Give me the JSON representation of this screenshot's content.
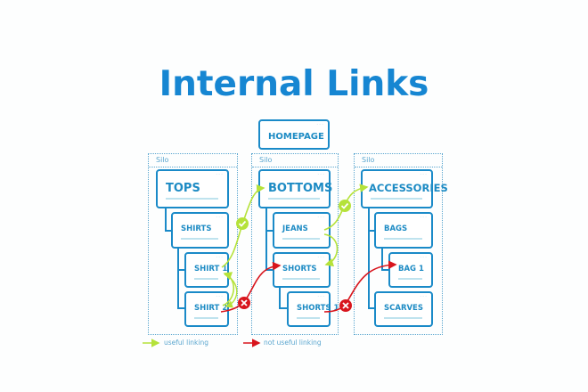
{
  "title": "Internal Links",
  "homepage": {
    "label": "HOMEPAGE"
  },
  "silo_label": "Silo",
  "silos": [
    {
      "name": "tops",
      "nodes": [
        "TOPS",
        "SHIRTS",
        "SHIRT 1",
        "SHIRT 2"
      ]
    },
    {
      "name": "bottoms",
      "nodes": [
        "BOTTOMS",
        "JEANS",
        "SHORTS",
        "SHORTS 1"
      ]
    },
    {
      "name": "accessories",
      "nodes": [
        "ACCESSORIES",
        "BAGS",
        "BAG 1",
        "SCARVES"
      ]
    }
  ],
  "legend": {
    "useful": "useful linking",
    "not_useful": "not useful linking"
  },
  "colors": {
    "title": "#1686d2",
    "node_border": "#1a8ac8",
    "useful_link": "#b5e23a",
    "not_useful_link": "#d8151d"
  },
  "links": [
    {
      "from": "SHIRT 1",
      "to": "BOTTOMS",
      "type": "useful",
      "marker": "check"
    },
    {
      "from": "SHIRT 2",
      "to": "SHIRT 1",
      "type": "useful"
    },
    {
      "from": "SHIRT 1",
      "to": "SHIRT 2",
      "type": "useful"
    },
    {
      "from": "SHIRT 2",
      "to": "SHORTS",
      "type": "not_useful",
      "marker": "cross"
    },
    {
      "from": "JEANS",
      "to": "ACCESSORIES",
      "type": "useful",
      "marker": "check"
    },
    {
      "from": "JEANS",
      "to": "SHORTS",
      "type": "useful"
    },
    {
      "from": "SHORTS 1",
      "to": "BAG 1",
      "type": "not_useful",
      "marker": "cross"
    }
  ]
}
